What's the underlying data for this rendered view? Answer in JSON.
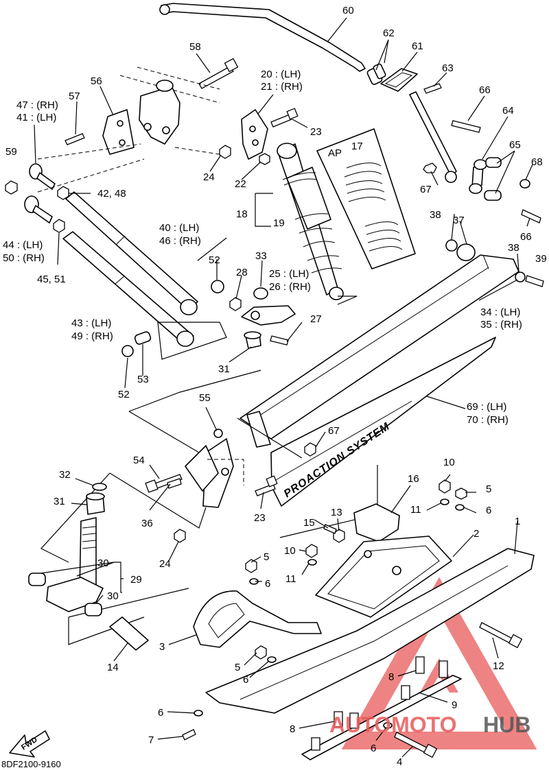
{
  "diagram": {
    "code": "8DF2100-9160",
    "fwd_label": "FWD",
    "ap_label": "AP",
    "decal_text": "PROACTION SYSTEM",
    "watermark": {
      "brand": "AUTOMOTOHUB",
      "brand_colored": "AUTOMOTO",
      "brand_gray": "HUB",
      "color": "#e85a5a",
      "gray": "#555555"
    },
    "callouts": [
      {
        "id": "c60",
        "text": "60"
      },
      {
        "id": "c62",
        "text": "62"
      },
      {
        "id": "c61",
        "text": "61"
      },
      {
        "id": "c63",
        "text": "63"
      },
      {
        "id": "c58",
        "text": "58"
      },
      {
        "id": "c20",
        "text": "20 : (LH)"
      },
      {
        "id": "c21",
        "text": "21 : (RH)"
      },
      {
        "id": "c56",
        "text": "56"
      },
      {
        "id": "c57",
        "text": "57"
      },
      {
        "id": "c47",
        "text": "47 : (RH)"
      },
      {
        "id": "c41",
        "text": "41 : (LH)"
      },
      {
        "id": "c66a",
        "text": "66"
      },
      {
        "id": "c64",
        "text": "64"
      },
      {
        "id": "c23a",
        "text": "23"
      },
      {
        "id": "c17",
        "text": "17"
      },
      {
        "id": "c65",
        "text": "65"
      },
      {
        "id": "c59",
        "text": "59"
      },
      {
        "id": "c24a",
        "text": "24"
      },
      {
        "id": "c22",
        "text": "22"
      },
      {
        "id": "c68",
        "text": "68"
      },
      {
        "id": "c67a",
        "text": "67"
      },
      {
        "id": "c4248",
        "text": "42, 48"
      },
      {
        "id": "c18",
        "text": "18"
      },
      {
        "id": "c19",
        "text": "19"
      },
      {
        "id": "c38a",
        "text": "38"
      },
      {
        "id": "c37",
        "text": "37"
      },
      {
        "id": "c66b",
        "text": "66"
      },
      {
        "id": "c44",
        "text": "44 : (LH)"
      },
      {
        "id": "c50",
        "text": "50 : (RH)"
      },
      {
        "id": "c40",
        "text": "40 : (LH)"
      },
      {
        "id": "c46",
        "text": "46 : (RH)"
      },
      {
        "id": "c4551",
        "text": "45, 51"
      },
      {
        "id": "c52a",
        "text": "52"
      },
      {
        "id": "c33",
        "text": "33"
      },
      {
        "id": "c38b",
        "text": "38"
      },
      {
        "id": "c39",
        "text": "39"
      },
      {
        "id": "c28",
        "text": "28"
      },
      {
        "id": "c25",
        "text": "25 : (LH)"
      },
      {
        "id": "c26",
        "text": "26 : (RH)"
      },
      {
        "id": "c34",
        "text": "34 : (LH)"
      },
      {
        "id": "c35",
        "text": "35 : (RH)"
      },
      {
        "id": "c43",
        "text": "43 : (LH)"
      },
      {
        "id": "c49",
        "text": "49 : (RH)"
      },
      {
        "id": "c27",
        "text": "27"
      },
      {
        "id": "c31a",
        "text": "31"
      },
      {
        "id": "c53",
        "text": "53"
      },
      {
        "id": "c52b",
        "text": "52"
      },
      {
        "id": "c69",
        "text": "69 : (LH)"
      },
      {
        "id": "c70",
        "text": "70 : (RH)"
      },
      {
        "id": "c55",
        "text": "55"
      },
      {
        "id": "c67b",
        "text": "67"
      },
      {
        "id": "c54",
        "text": "54"
      },
      {
        "id": "c10a",
        "text": "10"
      },
      {
        "id": "c16",
        "text": "16"
      },
      {
        "id": "c32",
        "text": "32"
      },
      {
        "id": "c5a",
        "text": "5"
      },
      {
        "id": "c31b",
        "text": "31"
      },
      {
        "id": "c11a",
        "text": "11"
      },
      {
        "id": "c6a",
        "text": "6"
      },
      {
        "id": "c36",
        "text": "36"
      },
      {
        "id": "c23b",
        "text": "23"
      },
      {
        "id": "c15",
        "text": "15"
      },
      {
        "id": "c13",
        "text": "13"
      },
      {
        "id": "c2",
        "text": "2"
      },
      {
        "id": "c1",
        "text": "1"
      },
      {
        "id": "c24b",
        "text": "24"
      },
      {
        "id": "c5b",
        "text": "5"
      },
      {
        "id": "c10b",
        "text": "10"
      },
      {
        "id": "c30a",
        "text": "30"
      },
      {
        "id": "c6b",
        "text": "6"
      },
      {
        "id": "c11b",
        "text": "11"
      },
      {
        "id": "c29",
        "text": "29"
      },
      {
        "id": "c30b",
        "text": "30"
      },
      {
        "id": "c3",
        "text": "3"
      },
      {
        "id": "c12",
        "text": "12"
      },
      {
        "id": "c14",
        "text": "14"
      },
      {
        "id": "c5c",
        "text": "5"
      },
      {
        "id": "c6c",
        "text": "6"
      },
      {
        "id": "c8a",
        "text": "8"
      },
      {
        "id": "c9",
        "text": "9"
      },
      {
        "id": "c6d",
        "text": "6"
      },
      {
        "id": "c7",
        "text": "7"
      },
      {
        "id": "c8b",
        "text": "8"
      },
      {
        "id": "c6e",
        "text": "6"
      },
      {
        "id": "c4",
        "text": "4"
      }
    ]
  }
}
